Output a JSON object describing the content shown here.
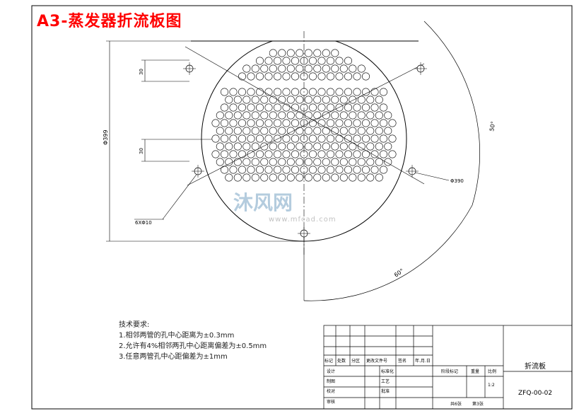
{
  "title": "A3-蒸发器折流板图",
  "dimensions": {
    "height_total": "Φ399",
    "spacing_top": "30",
    "spacing_bottom": "30",
    "diameter": "Φ390",
    "hole_callout": "6XΦ10",
    "angle_upper": "50°",
    "angle_lower": "60°"
  },
  "tech": {
    "heading": "技术要求:",
    "items": [
      "1.相邻两管的孔中心距离为±0.3mm",
      "2.允许有4%相邻两孔中心距离偏差为±0.5mm",
      "3.任意两管孔中心距偏差为±1mm"
    ]
  },
  "watermark": {
    "name": "沐风网",
    "url": "www.mfcad.com"
  },
  "titleblock": {
    "part_name": "折流板",
    "drawing_no": "ZFQ-00-02",
    "scale": "1:2",
    "stage_mark": "阶段标记",
    "weight": "重量",
    "ratio": "比例",
    "sheets_total": "共6张",
    "sheet_no": "第3张",
    "row_labels": [
      "标记",
      "处数",
      "分区",
      "更改文件号",
      "签名",
      "年.月.日"
    ],
    "roles": [
      "设计",
      "制图",
      "校对",
      "审核"
    ],
    "roles2": [
      "标准化",
      "工艺",
      "批准"
    ]
  }
}
